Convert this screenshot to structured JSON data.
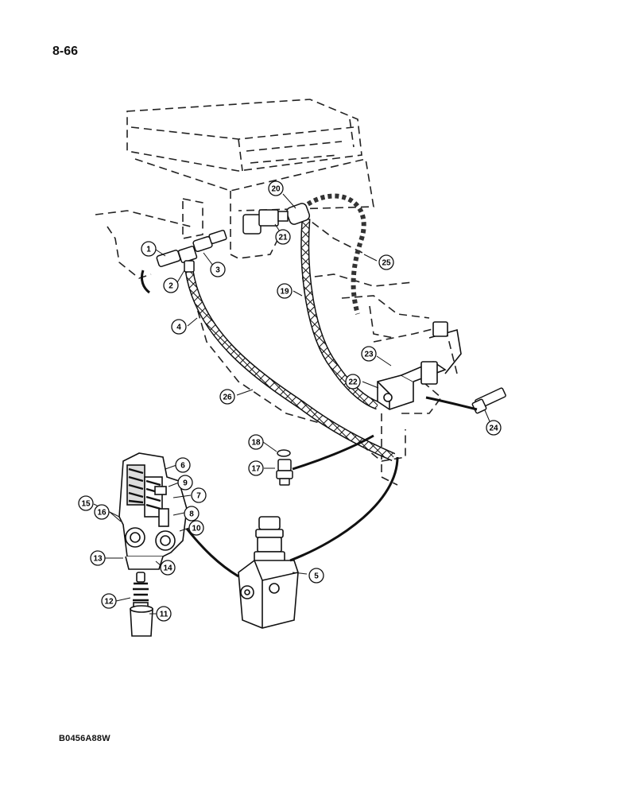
{
  "page_number": "8-66",
  "figure_code": "B0456A88W",
  "callouts": [
    {
      "id": "c1",
      "label": "1"
    },
    {
      "id": "c2",
      "label": "2"
    },
    {
      "id": "c3",
      "label": "3"
    },
    {
      "id": "c4",
      "label": "4"
    },
    {
      "id": "c5",
      "label": "5"
    },
    {
      "id": "c6",
      "label": "6"
    },
    {
      "id": "c7",
      "label": "7"
    },
    {
      "id": "c8",
      "label": "8"
    },
    {
      "id": "c9",
      "label": "9"
    },
    {
      "id": "c10",
      "label": "10"
    },
    {
      "id": "c11",
      "label": "11"
    },
    {
      "id": "c12",
      "label": "12"
    },
    {
      "id": "c13",
      "label": "13"
    },
    {
      "id": "c14",
      "label": "14"
    },
    {
      "id": "c15",
      "label": "15"
    },
    {
      "id": "c16",
      "label": "16"
    },
    {
      "id": "c17",
      "label": "17"
    },
    {
      "id": "c18",
      "label": "18"
    },
    {
      "id": "c19",
      "label": "19"
    },
    {
      "id": "c20",
      "label": "20"
    },
    {
      "id": "c21",
      "label": "21"
    },
    {
      "id": "c22",
      "label": "22"
    },
    {
      "id": "c23",
      "label": "23"
    },
    {
      "id": "c24",
      "label": "24"
    },
    {
      "id": "c25",
      "label": "25"
    },
    {
      "id": "c26",
      "label": "26"
    }
  ]
}
